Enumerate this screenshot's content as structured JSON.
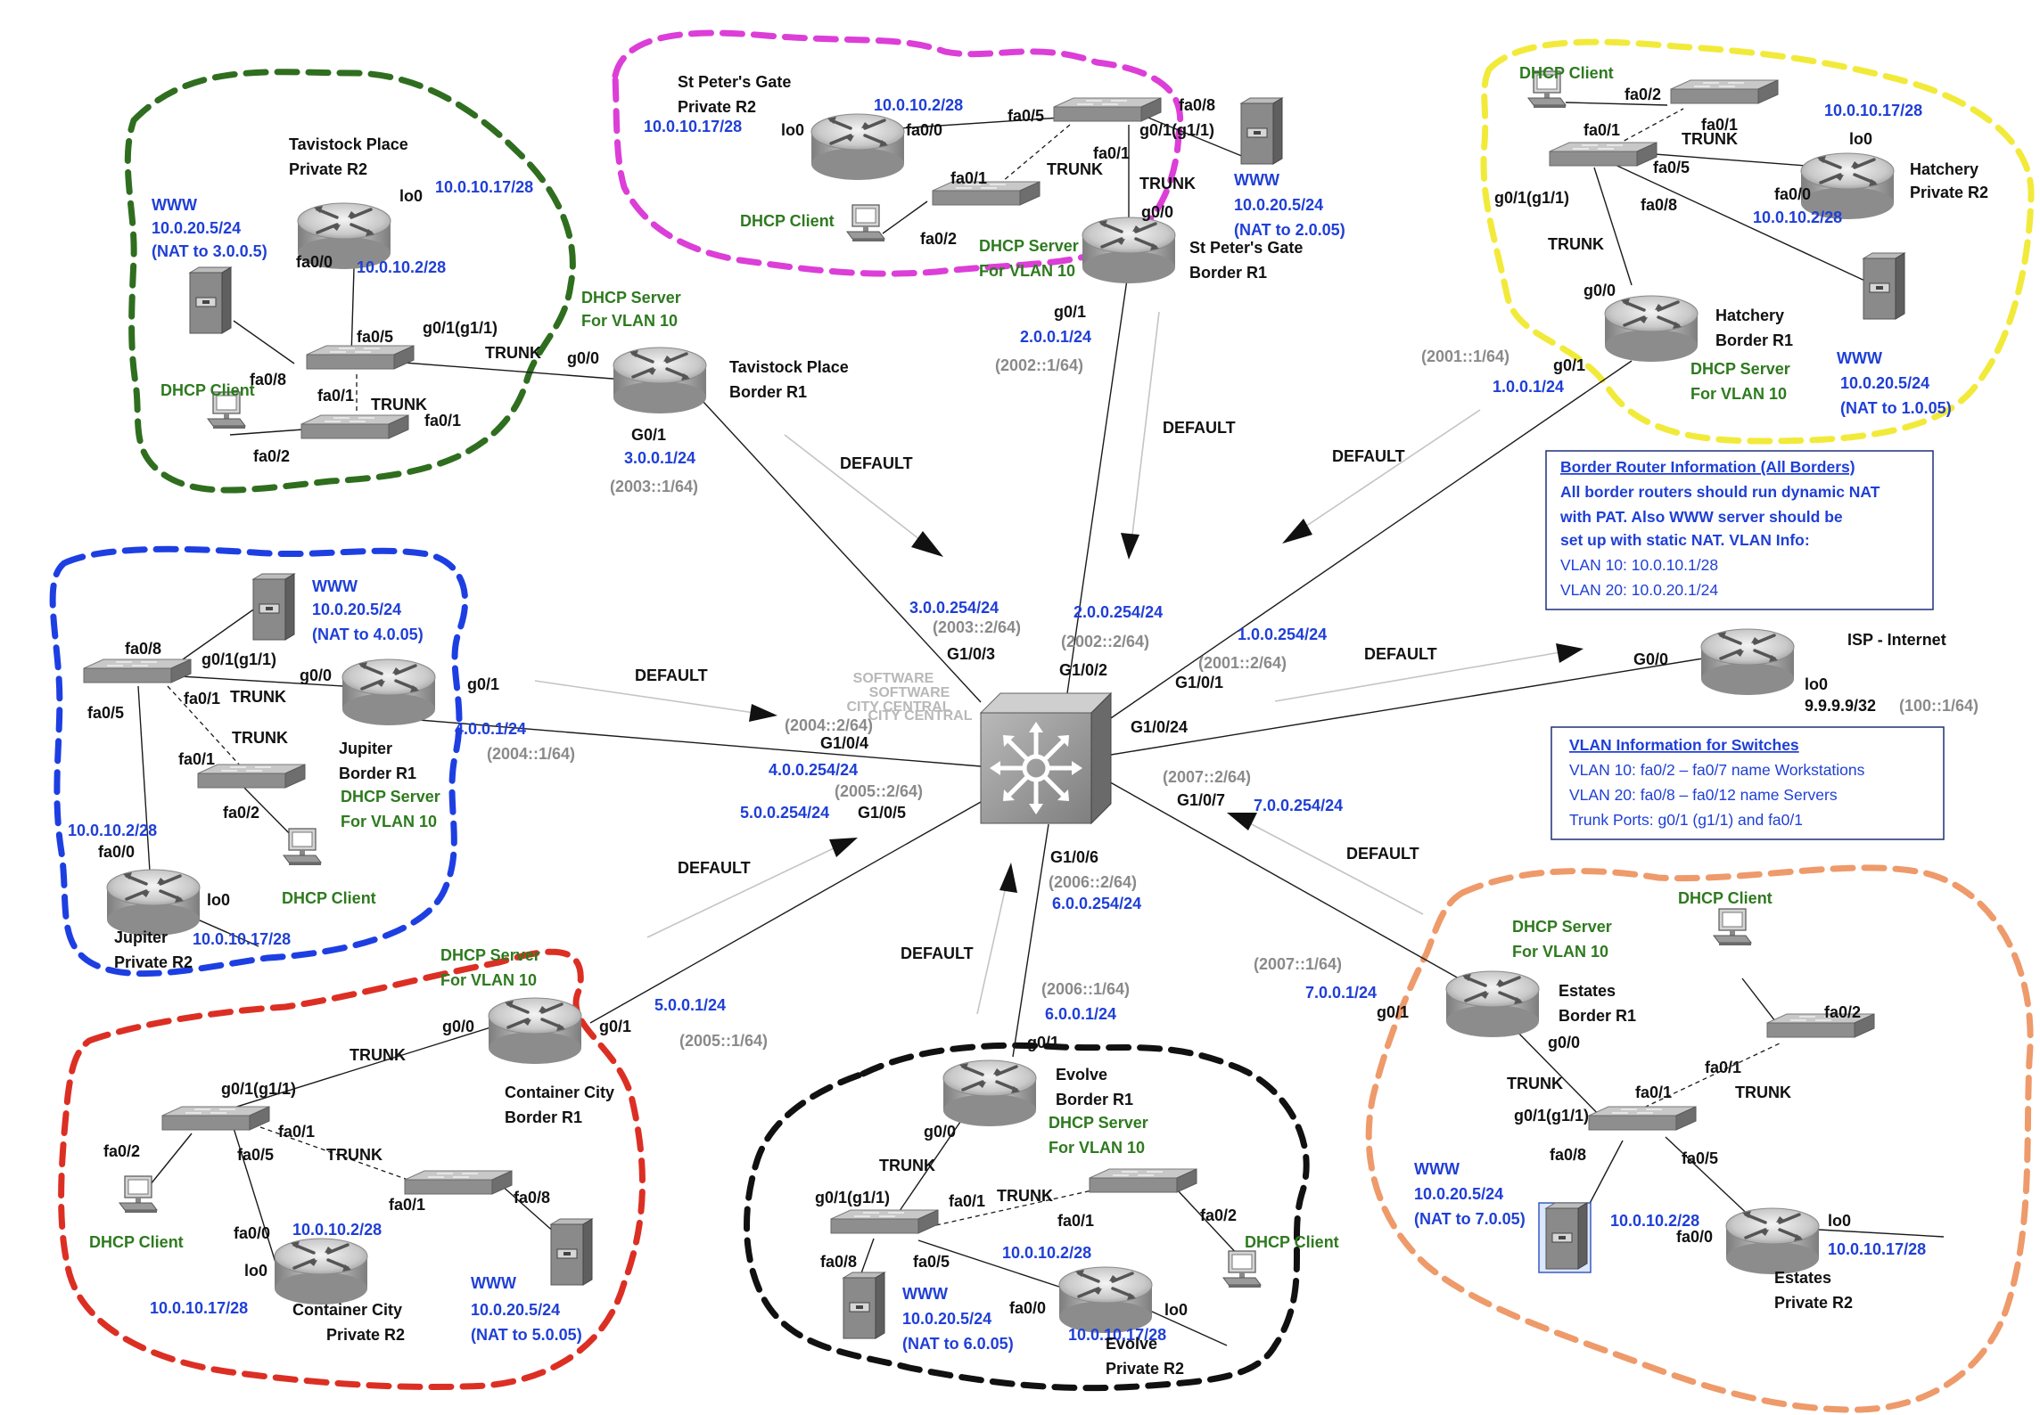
{
  "core": {
    "watermark": [
      "SOFTWARE",
      "CITY CENTRAL"
    ],
    "ports": {
      "g103": "G1/0/3",
      "g102": "G1/0/2",
      "g101": "G1/0/1",
      "g1024": "G1/0/24",
      "g104": "G1/0/4",
      "g105": "G1/0/5",
      "g106": "G1/0/6",
      "g107": "G1/0/7"
    },
    "ips": {
      "p3": "3.0.0.254/24",
      "p3v6": "(2003::2/64)",
      "p2": "2.0.0.254/24",
      "p2v6": "(2002::2/64)",
      "p1": "1.0.0.254/24",
      "p1v6": "(2001::2/64)",
      "p4v6": "(2004::2/64)",
      "p4": "4.0.0.254/24",
      "p5v6": "(2005::2/64)",
      "p5": "5.0.0.254/24",
      "p6v6": "(2006::2/64)",
      "p6": "6.0.0.254/24",
      "p7v6": "(2007::2/64)",
      "p7": "7.0.0.254/24"
    }
  },
  "default_label": "DEFAULT",
  "isp": {
    "name": "ISP - Internet",
    "g00": "G0/0",
    "lo0": "lo0",
    "lo0_ip": "9.9.9.9/32",
    "lo0_v6": "(100::1/64)"
  },
  "border_info": {
    "title": "Border Router Information (All Borders)",
    "lines": [
      "All border routers should run dynamic NAT",
      " with PAT.  Also WWW server should be",
      "set up with static NAT.  VLAN Info:"
    ],
    "vlan10": "VLAN 10: 10.0.10.1/28",
    "vlan20": "VLAN 20: 10.0.20.1/24"
  },
  "vlan_info": {
    "title": "VLAN Information for Switches",
    "lines": [
      "VLAN 10: fa0/2 – fa0/7 name Workstations",
      "VLAN 20: fa0/8 – fa0/12 name Servers",
      "Trunk Ports: g0/1 (g1/1) and fa0/1"
    ]
  },
  "sites": {
    "tavistock": {
      "private_r2": [
        "Tavistock Place",
        "Private R2"
      ],
      "lo0": "lo0",
      "lo0_ip": "10.0.10.17/28",
      "fa00": "fa0/0",
      "fa00_ip": "10.0.10.2/28",
      "www": [
        "WWW",
        "10.0.20.5/24",
        "(NAT to 3.0.0.5)"
      ],
      "dhcp_server": [
        "DHCP Server",
        "For VLAN 10"
      ],
      "border": [
        "Tavistock Place",
        "Border R1"
      ],
      "g01g11": "g0/1(g1/1)",
      "trunk1": "TRUNK",
      "g00": "g0/0",
      "fa05": "fa0/5",
      "fa08": "fa0/8",
      "fa01a": "fa0/1",
      "trunk2": "TRUNK",
      "fa01b": "fa0/1",
      "dhcp_client": "DHCP Client",
      "fa02": "fa0/2",
      "g01": "G0/1",
      "g01_ip": "3.0.0.1/24",
      "g01_v6": "(2003::1/64)"
    },
    "stpeters": {
      "private_r2": [
        "St Peter's Gate",
        "Private R2"
      ],
      "lo0": "lo0",
      "lo0_ip": "10.0.10.17/28",
      "fa00": "fa0/0",
      "fa00_ip": "10.0.10.2/28",
      "fa05": "fa0/5",
      "fa08": "fa0/8",
      "g01g11": "g0/1(g1/1)",
      "trunk1": "TRUNK",
      "fa01a": "fa0/1",
      "trunk2": "TRUNK",
      "fa01b": "fa0/1",
      "fa02": "fa0/2",
      "dhcp_client": "DHCP Client",
      "www": [
        "WWW",
        "10.0.20.5/24",
        "(NAT to 2.0.05)"
      ],
      "g00": "g0/0",
      "dhcp_server": [
        "DHCP Server",
        "For VLAN 10"
      ],
      "border": [
        "St Peter's Gate",
        "Border R1"
      ],
      "g01": "g0/1",
      "g01_ip": "2.0.0.1/24",
      "g01_v6": "(2002::1/64)"
    },
    "hatchery": {
      "dhcp_client": "DHCP Client",
      "fa02": "fa0/2",
      "fa01a": "fa0/1",
      "fa01b": "fa0/1",
      "trunk1": "TRUNK",
      "fa05": "fa0/5",
      "fa08": "fa0/8",
      "g01g11": "g0/1(g1/1)",
      "trunk2": "TRUNK",
      "lo0": "lo0",
      "lo0_ip": "10.0.10.17/28",
      "fa00": "fa0/0",
      "fa00_ip": "10.0.10.2/28",
      "private_r2": [
        "Hatchery",
        "Private R2"
      ],
      "g00": "g0/0",
      "border": [
        "Hatchery",
        "Border R1"
      ],
      "dhcp_server": [
        "DHCP Server",
        "For VLAN 10"
      ],
      "www": [
        "WWW",
        "10.0.20.5/24",
        "(NAT to 1.0.05)"
      ],
      "g01": "g0/1",
      "g01_ip": "1.0.0.1/24",
      "g01_v6": "(2001::1/64)"
    },
    "jupiter": {
      "www": [
        "WWW",
        "10.0.20.5/24",
        "(NAT to 4.0.05)"
      ],
      "fa08": "fa0/8",
      "g01g11": "g0/1(g1/1)",
      "g00": "g0/0",
      "fa01a": "fa0/1",
      "trunk1": "TRUNK",
      "fa05": "fa0/5",
      "trunk2": "TRUNK",
      "fa01b": "fa0/1",
      "fa02": "fa0/2",
      "border": [
        "Jupiter",
        "Border R1"
      ],
      "dhcp_server": [
        "DHCP Server",
        "For VLAN 10"
      ],
      "fa00_ip": "10.0.10.2/28",
      "fa00": "fa0/0",
      "lo0": "lo0",
      "lo0_ip": "10.0.10.17/28",
      "dhcp_client": "DHCP Client",
      "private_r2": [
        "Jupiter",
        "Private R2"
      ],
      "g01": "g0/1",
      "g01_ip": "4.0.0.1/24",
      "g01_v6": "(2004::1/64)"
    },
    "container": {
      "dhcp_server": [
        "DHCP Server",
        "For VLAN 10"
      ],
      "g00": "g0/0",
      "g01": "g0/1",
      "g01_ip": "5.0.0.1/24",
      "g01_v6": "(2005::1/64)",
      "trunk1": "TRUNK",
      "border": [
        "Container City",
        "Border R1"
      ],
      "g01g11": "g0/1(g1/1)",
      "fa01a": "fa0/1",
      "trunk2": "TRUNK",
      "fa02": "fa0/2",
      "fa05": "fa0/5",
      "fa01b": "fa0/1",
      "fa08": "fa0/8",
      "dhcp_client": "DHCP Client",
      "fa00": "fa0/0",
      "fa00_ip": "10.0.10.2/28",
      "lo0": "lo0",
      "lo0_ip": "10.0.10.17/28",
      "private_r2": [
        "Container City",
        "Private R2"
      ],
      "www": [
        "WWW",
        "10.0.20.5/24",
        "(NAT to 5.0.05)"
      ]
    },
    "evolve": {
      "g01_v6": "(2006::1/64)",
      "g01_ip": "6.0.0.1/24",
      "g01": "g0/1",
      "border": [
        "Evolve",
        "Border R1"
      ],
      "dhcp_server": [
        "DHCP Server",
        "For VLAN 10"
      ],
      "g00": "g0/0",
      "trunk1": "TRUNK",
      "g01g11": "g0/1(g1/1)",
      "fa01a": "fa0/1",
      "trunk2": "TRUNK",
      "fa01b": "fa0/1",
      "fa02": "fa0/2",
      "dhcp_client": "DHCP Client",
      "fa08": "fa0/8",
      "fa05": "fa0/5",
      "fa00_ip": "10.0.10.2/28",
      "fa00": "fa0/0",
      "lo0": "lo0",
      "lo0_ip": "10.0.10.17/28",
      "www": [
        "WWW",
        "10.0.20.5/24",
        "(NAT to 6.0.05)"
      ],
      "private_r2": [
        "Evolve",
        "Private R2"
      ]
    },
    "estates": {
      "dhcp_server": [
        "DHCP Server",
        "For VLAN 10"
      ],
      "border": [
        "Estates",
        "Border R1"
      ],
      "g01_v6": "(2007::1/64)",
      "g01_ip": "7.0.0.1/24",
      "g01": "g0/1",
      "g00": "g0/0",
      "dhcp_client": "DHCP Client",
      "fa02": "fa0/2",
      "fa01a": "fa0/1",
      "trunk1": "TRUNK",
      "trunk2": "TRUNK",
      "fa01b": "fa0/1",
      "g01g11": "g0/1(g1/1)",
      "fa08": "fa0/8",
      "fa05": "fa0/5",
      "www": [
        "WWW",
        "10.0.20.5/24",
        "(NAT to 7.0.05)"
      ],
      "fa00_ip": "10.0.10.2/28",
      "fa00": "fa0/0",
      "lo0": "lo0",
      "lo0_ip": "10.0.10.17/28",
      "private_r2": [
        "Estates",
        "Private R2"
      ]
    }
  }
}
